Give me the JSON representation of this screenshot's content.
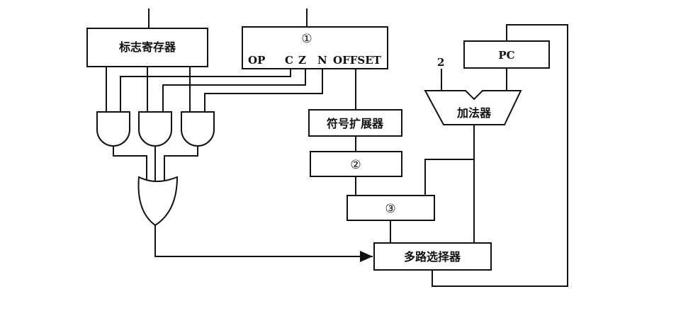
{
  "flag_register": {
    "label": "标志寄存器"
  },
  "instruction_register": {
    "marker": "①",
    "fields": {
      "op": "OP",
      "c": "C",
      "z": "Z",
      "n": "N",
      "offset": "OFFSET"
    }
  },
  "sign_extender": {
    "label": "符号扩展器"
  },
  "box2": {
    "label": "②"
  },
  "box3": {
    "label": "③"
  },
  "pc": {
    "label": "PC"
  },
  "adder": {
    "label": "加法器",
    "constant_input": "2"
  },
  "mux": {
    "label": "多路选择器"
  }
}
